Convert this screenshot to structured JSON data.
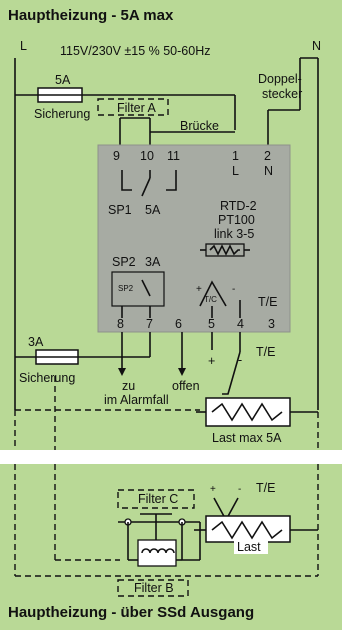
{
  "title_top": "Hauptheizung - 5A max",
  "title_bottom": "Hauptheizung - über SSd Ausgang",
  "supply": {
    "left": "L",
    "right": "N",
    "voltage": "115V/230V ±15 % 50-60Hz"
  },
  "fuse_top": {
    "rating": "5A",
    "label": "Sicherung"
  },
  "fuse_bottom": {
    "rating": "3A",
    "label": "Sicherung"
  },
  "filter_a": "Filter A",
  "filter_b": "Filter B",
  "filter_c": "Filter C",
  "plug": {
    "line1": "Doppel-",
    "line2": "stecker"
  },
  "bridge": "Brücke",
  "terminals_top": [
    {
      "num": "9",
      "sub": ""
    },
    {
      "num": "10",
      "sub": ""
    },
    {
      "num": "11",
      "sub": ""
    },
    {
      "num": "1",
      "sub": "L"
    },
    {
      "num": "2",
      "sub": "N"
    }
  ],
  "terminals_bottom": [
    "8",
    "7",
    "6",
    "5",
    "4",
    "3"
  ],
  "relay1": {
    "name": "SP1",
    "rating": "5A"
  },
  "relay2": {
    "name": "SP2",
    "rating": "3A",
    "inner": "SP2"
  },
  "sensor": {
    "line1": "RTD-2",
    "line2": "PT100",
    "line3": "link 3-5"
  },
  "thermocouple": {
    "label": "T/C",
    "plus": "+",
    "minus": "-"
  },
  "te_labels": {
    "inside": "T/E",
    "outside": "T/E",
    "bottom": "T/E"
  },
  "polarity": {
    "plus": "+",
    "minus": "-"
  },
  "alarm": {
    "word1": "zu",
    "word2": "offen",
    "phrase": "im Alarmfall"
  },
  "load_top": "Last max 5A",
  "load_bottom": "Last"
}
